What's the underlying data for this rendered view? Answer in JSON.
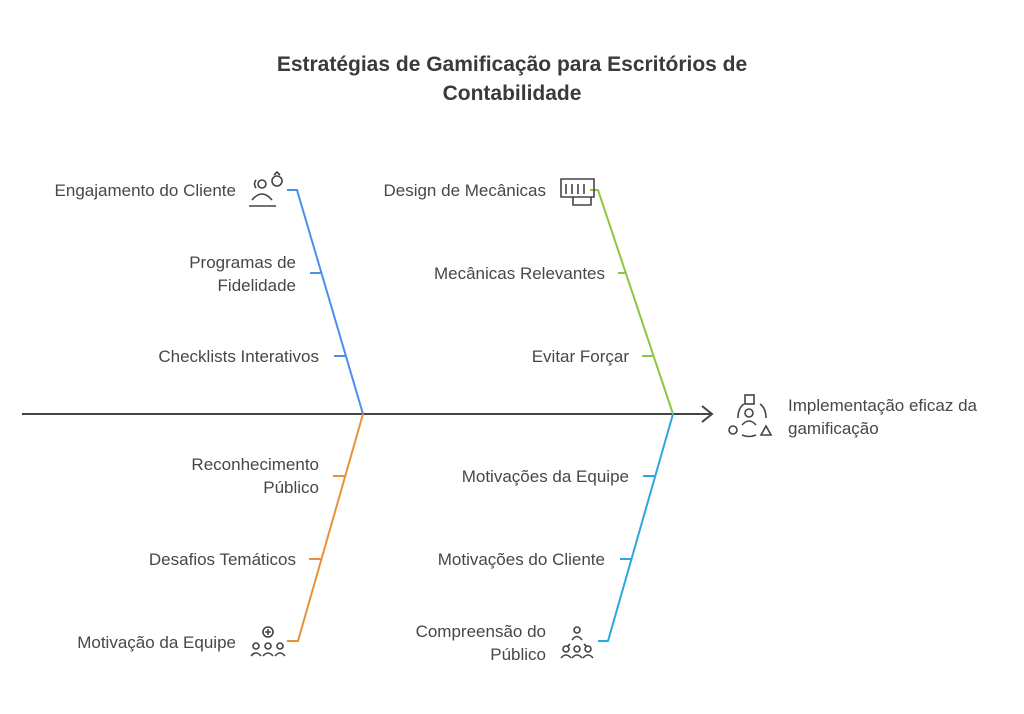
{
  "title": "Estratégias de Gamificação para Escritórios de Contabilidade",
  "outcome": {
    "label": "Implementação eficaz da gamificação",
    "icon": "shapes-people-icon"
  },
  "colors": {
    "blue": "#4a8ef0",
    "green": "#8dc63f",
    "orange": "#e8913a",
    "cyan": "#2aa8e0",
    "spine": "#444444"
  },
  "branches": [
    {
      "title": "Engajamento do Cliente",
      "icon": "customer-refresh-icon",
      "items": [
        "Programas de Fidelidade",
        "Checklists Interativos"
      ]
    },
    {
      "title": "Design de Mecânicas",
      "icon": "fist-icon",
      "items": [
        "Mecânicas Relevantes",
        "Evitar Forçar"
      ]
    },
    {
      "title": "Motivação da Equipe",
      "icon": "team-target-icon",
      "items": [
        "Reconhecimento Público",
        "Desafios Temáticos"
      ]
    },
    {
      "title": "Compreensão do Público",
      "icon": "audience-icon",
      "items": [
        "Motivações da Equipe",
        "Motivações do Cliente"
      ]
    }
  ]
}
